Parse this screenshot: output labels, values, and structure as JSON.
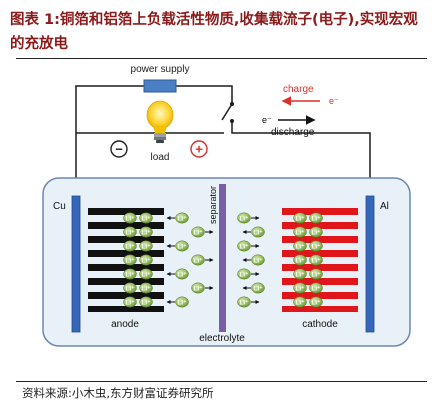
{
  "figure": {
    "title": "图表 1:铜箔和铝箔上负载活性物质,收集载流子(电子),实现宏观的充放电",
    "source": "资料来源:小木虫,东方财富证券研究所"
  },
  "diagram": {
    "power_supply_label": "power supply",
    "load_label": "load",
    "minus_symbol": "−",
    "plus_symbol": "+",
    "charge_label": "charge",
    "discharge_label": "discharge",
    "electron_charge": "e⁻",
    "electron_discharge": "e⁻",
    "cu_label": "Cu",
    "al_label": "Al",
    "separator_label": "separator",
    "anode_label": "anode",
    "cathode_label": "cathode",
    "electrolyte_label": "electrolyte",
    "ion_label": "Li⁺",
    "colors": {
      "charge": "#d9302b",
      "anode_layer": "#111111",
      "cathode_layer": "#e0161a",
      "current_collector": "#3567b8",
      "separator": "#7b5ea8",
      "ion": "#7ea93c",
      "cell_fill": "#e9f1f8",
      "cell_border": "#6b87b5"
    }
  }
}
